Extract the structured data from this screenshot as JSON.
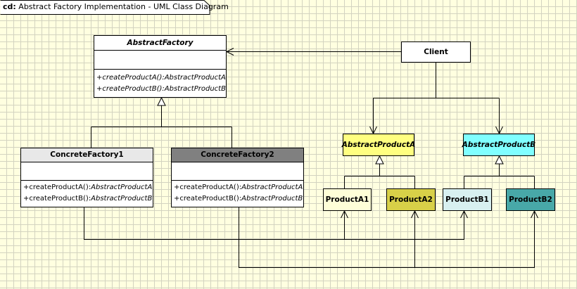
{
  "diagram": {
    "kind": "cd:",
    "title": "Abstract Factory Implementation - UML Class Diagram"
  },
  "classes": {
    "abstract_factory": {
      "name": "AbstractFactory",
      "ops": [
        {
          "sig": "+createProductA():",
          "ret": "AbstractProductA"
        },
        {
          "sig": "+createProductB():",
          "ret": "AbstractProductB"
        }
      ]
    },
    "client": {
      "name": "Client"
    },
    "concrete_factory_1": {
      "name": "ConcreteFactory1",
      "ops": [
        {
          "sig": "+createProductA():",
          "ret": "AbstractProductA"
        },
        {
          "sig": "+createProductB():",
          "ret": "AbstractProductB"
        }
      ]
    },
    "concrete_factory_2": {
      "name": "ConcreteFactory2",
      "ops": [
        {
          "sig": "+createProductA():",
          "ret": "AbstractProductA"
        },
        {
          "sig": "+createProductB():",
          "ret": "AbstractProductB"
        }
      ]
    },
    "abstract_product_a": {
      "name": "AbstractProductA"
    },
    "abstract_product_b": {
      "name": "AbstractProductB"
    },
    "product_a1": {
      "name": "ProductA1"
    },
    "product_a2": {
      "name": "ProductA2"
    },
    "product_b1": {
      "name": "ProductB1"
    },
    "product_b2": {
      "name": "ProductB2"
    }
  },
  "colors": {
    "canvas": "#ffffe0",
    "grid": "#d3d3c0",
    "concrete_factory_1_header": "#e8e8e8",
    "concrete_factory_2_header": "#808080",
    "abstract_product_a": "#ffff80",
    "abstract_product_b": "#80ffff",
    "product_a1": "#ffffd8",
    "product_a2": "#d8d048",
    "product_b1": "#d8f0f0",
    "product_b2": "#48a8a8"
  }
}
